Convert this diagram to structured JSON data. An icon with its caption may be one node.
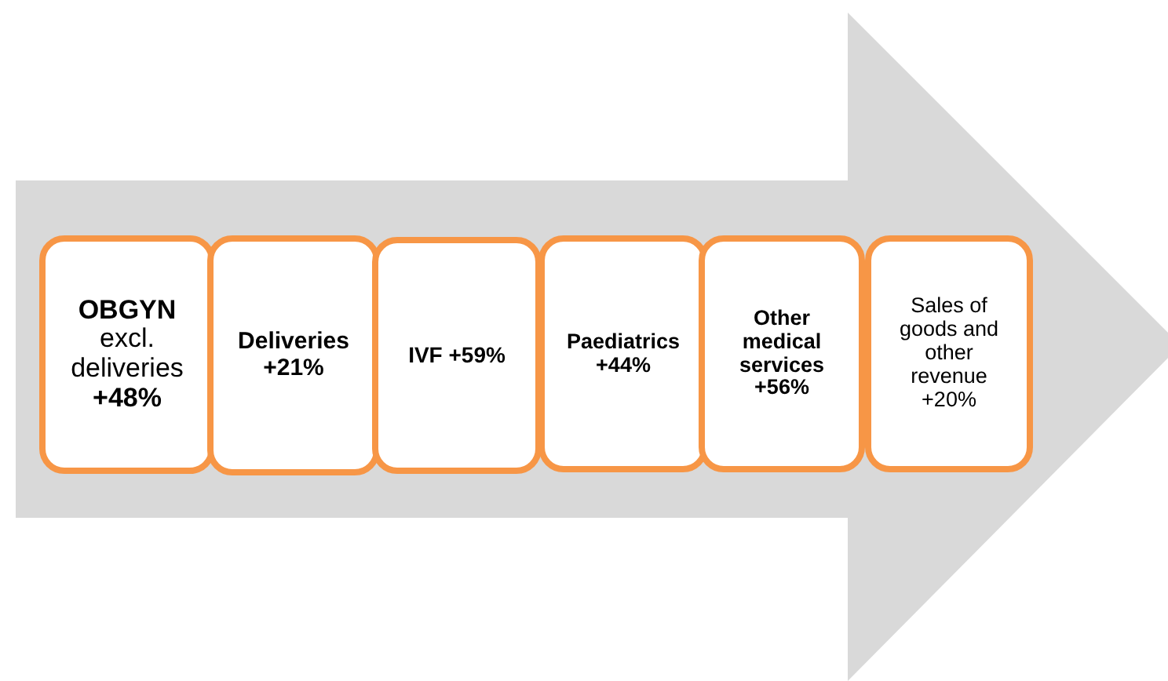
{
  "diagram": {
    "nodes": [
      {
        "text": [
          "**OBGYN** excl. deliveries **+48%**"
        ]
      },
      {
        "text": [
          "Deliveries +21%"
        ]
      },
      {
        "text": [
          "IVF +59%"
        ]
      },
      {
        "text": [
          "Paediatrics +44%"
        ]
      },
      {
        "text": [
          "Other medical services +56%"
        ]
      },
      {
        "text": [
          "Sales of goods and other revenue +20%"
        ]
      }
    ]
  }
}
